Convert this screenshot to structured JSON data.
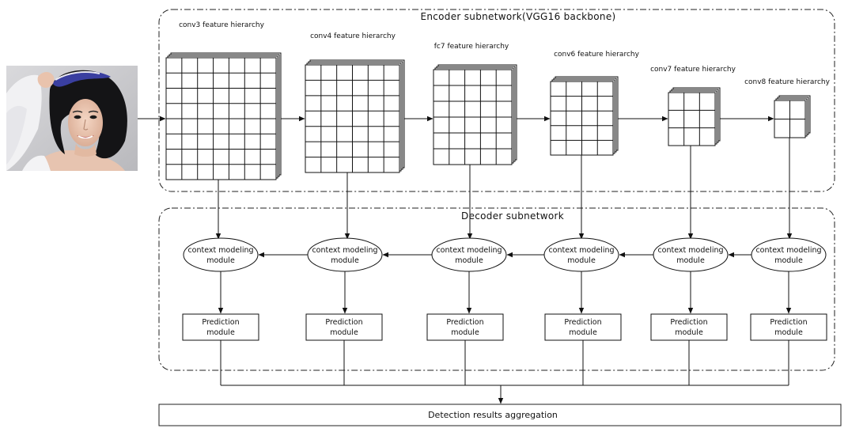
{
  "encoder": {
    "title": "Encoder subnetwork(VGG16 backbone)"
  },
  "decoder": {
    "title": "Decoder subnetwork"
  },
  "feature_maps": [
    {
      "label": "conv3 feature hierarchy",
      "grid": 7
    },
    {
      "label": "conv4 feature hierarchy",
      "grid": 6
    },
    {
      "label": "fc7 feature hierarchy",
      "grid": 5
    },
    {
      "label": "conv6 feature hierarchy",
      "grid": 4
    },
    {
      "label": "conv7 feature hierarchy",
      "grid": 3
    },
    {
      "label": "conv8 feature hierarchy",
      "grid": 2
    }
  ],
  "context_module": {
    "line1": "context modeling",
    "line2": "module"
  },
  "prediction_module": {
    "line1": "Prediction",
    "line2": "module"
  },
  "aggregation": {
    "label": "Detection results aggregation"
  },
  "input_image": {
    "description": "input-face-photo"
  }
}
